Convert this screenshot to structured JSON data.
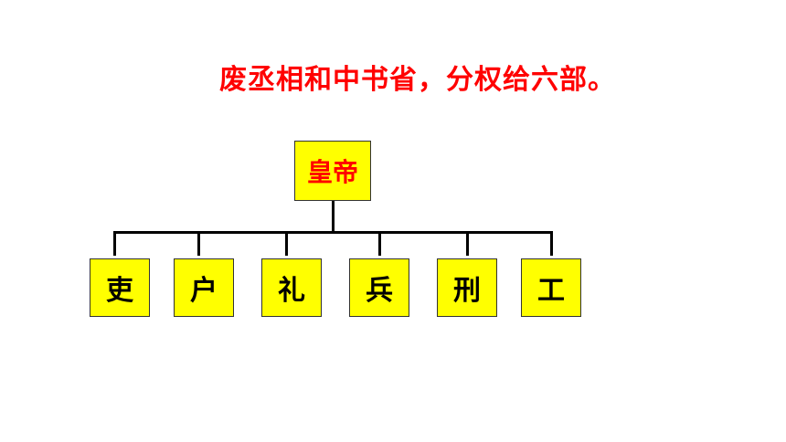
{
  "title": "废丞相和中书省，分权给六部。",
  "root": {
    "label": "皇帝"
  },
  "ministries": [
    {
      "label": "吏"
    },
    {
      "label": "户"
    },
    {
      "label": "礼"
    },
    {
      "label": "兵"
    },
    {
      "label": "刑"
    },
    {
      "label": "工"
    }
  ],
  "colors": {
    "title": "#ff0000",
    "box_fill": "#ffff00",
    "root_text": "#ff0000",
    "ministry_text": "#000000",
    "connector": "#000000"
  }
}
